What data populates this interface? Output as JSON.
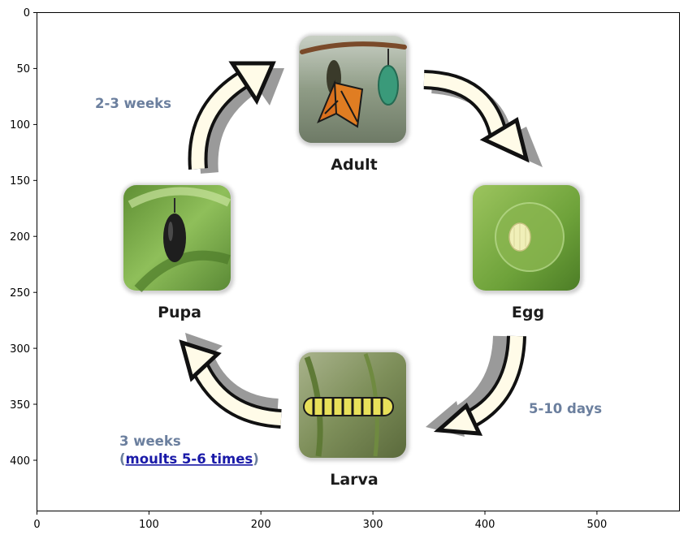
{
  "axes": {
    "x_ticks": [
      "0",
      "100",
      "200",
      "300",
      "400",
      "500"
    ],
    "y_ticks": [
      "0",
      "50",
      "100",
      "150",
      "200",
      "250",
      "300",
      "350",
      "400"
    ]
  },
  "stages": {
    "adult": "Adult",
    "egg": "Egg",
    "larva": "Larva",
    "pupa": "Pupa"
  },
  "durations": {
    "pupa_to_adult": "2-3 weeks",
    "egg_to_larva": "5-10 days",
    "larva_to_pupa": "3 weeks",
    "larva_open_paren": "(",
    "larva_link": "moults 5-6 times",
    "larva_close_paren": ")"
  },
  "colors": {
    "duration_text": "#6b7f9e",
    "link_text": "#1a1aa8",
    "arrow_fill": "#fffbe8",
    "arrow_shadow": "#9a9a9a"
  }
}
